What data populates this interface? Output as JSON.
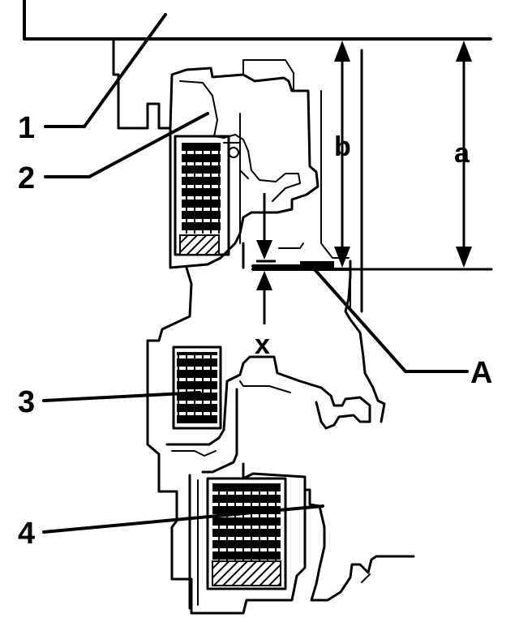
{
  "callouts": {
    "c1": "1",
    "c2": "2",
    "c3": "3",
    "c4": "4",
    "cA": "A"
  },
  "dimensions": {
    "a": "a",
    "b": "b",
    "x": "x"
  }
}
